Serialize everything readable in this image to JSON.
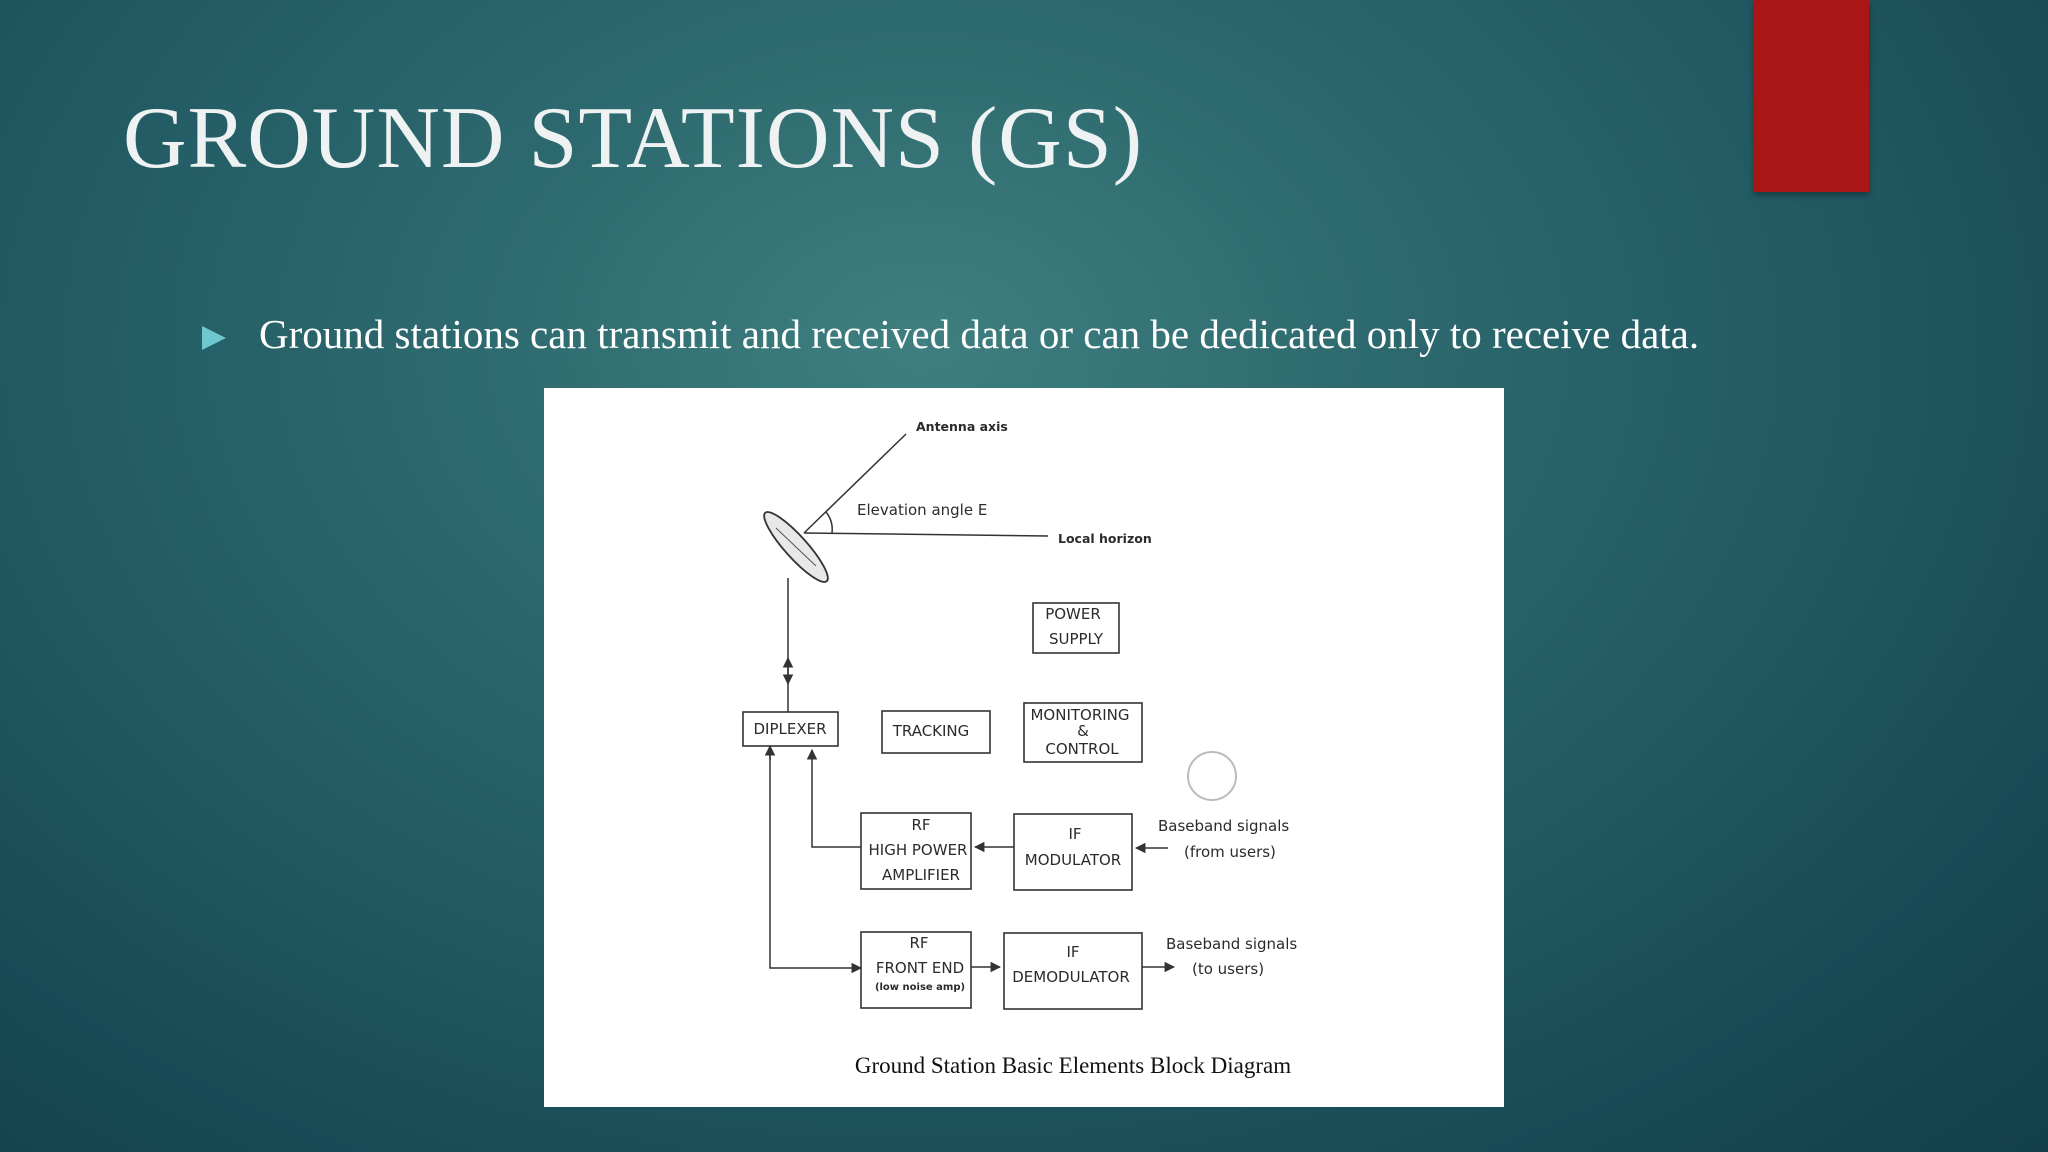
{
  "slide": {
    "title": "GROUND STATIONS (GS)",
    "bullet": "Ground stations can transmit and received data or can be dedicated only to receive data.",
    "colors": {
      "accent_bar": "#aa1515",
      "bullet_marker": "#6fc7cf"
    }
  },
  "diagram": {
    "antenna_axis": "Antenna axis",
    "elevation_angle": "Elevation angle E",
    "local_horizon": "Local horizon",
    "power_supply": [
      "POWER",
      "SUPPLY"
    ],
    "diplexer": "DIPLEXER",
    "tracking": "TRACKING",
    "monitoring": [
      "MONITORING",
      "&",
      "CONTROL"
    ],
    "hpa": [
      "RF",
      "HIGH POWER",
      "AMPLIFIER"
    ],
    "if_modulator": [
      "IF",
      "MODULATOR"
    ],
    "baseband_in": [
      "Baseband signals",
      "(from users)"
    ],
    "front_end": [
      "RF",
      "FRONT END",
      "(low noise amp)"
    ],
    "if_demodulator": [
      "IF",
      "DEMODULATOR"
    ],
    "baseband_out": [
      "Baseband signals",
      "(to users)"
    ],
    "caption": "Ground Station Basic Elements Block Diagram"
  }
}
